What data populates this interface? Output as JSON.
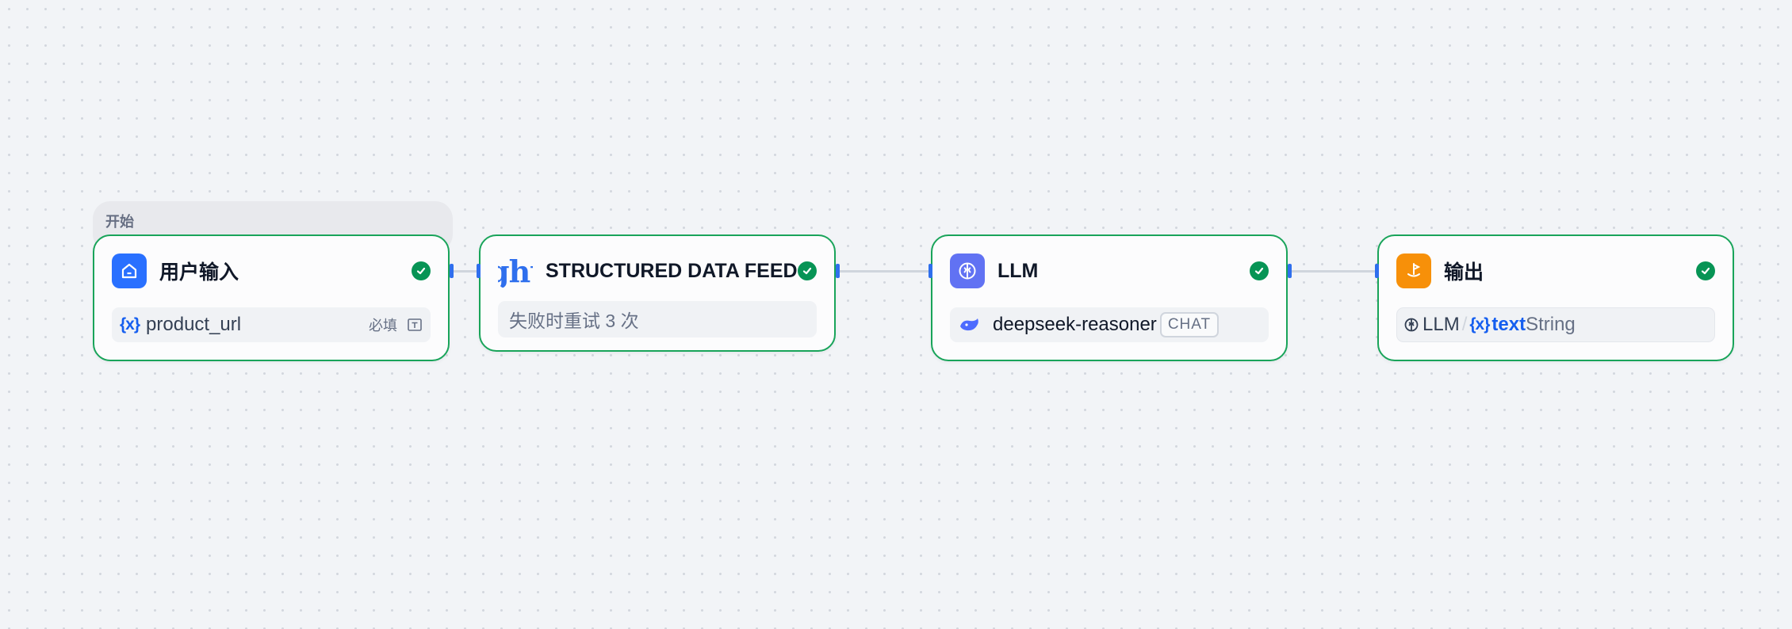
{
  "canvas": {
    "group_label": "开始"
  },
  "nodes": {
    "start": {
      "title": "用户输入",
      "var_icon": "{x}",
      "var_name": "product_url",
      "required_label": "必填",
      "icon": "home-icon",
      "status": "success"
    },
    "tool": {
      "title": "STRUCTURED DATA FEEDS",
      "icon_text": "ght",
      "retry_text": "失败时重试 3 次",
      "status": "success"
    },
    "llm": {
      "title": "LLM",
      "model": "deepseek-reasoner",
      "model_badge": "CHAT",
      "icon": "brain-icon",
      "status": "success"
    },
    "output": {
      "title": "输出",
      "source_node": "LLM",
      "separator": "/",
      "var_icon": "{x}",
      "var_name": "text",
      "var_type": "String",
      "icon": "output-icon",
      "status": "success"
    }
  },
  "colors": {
    "success_border": "#19a45a",
    "start_icon_bg": "#2970ff",
    "llm_icon_bg": "#6172f3",
    "output_icon_bg": "#f79009",
    "accent_blue": "#155eef"
  }
}
